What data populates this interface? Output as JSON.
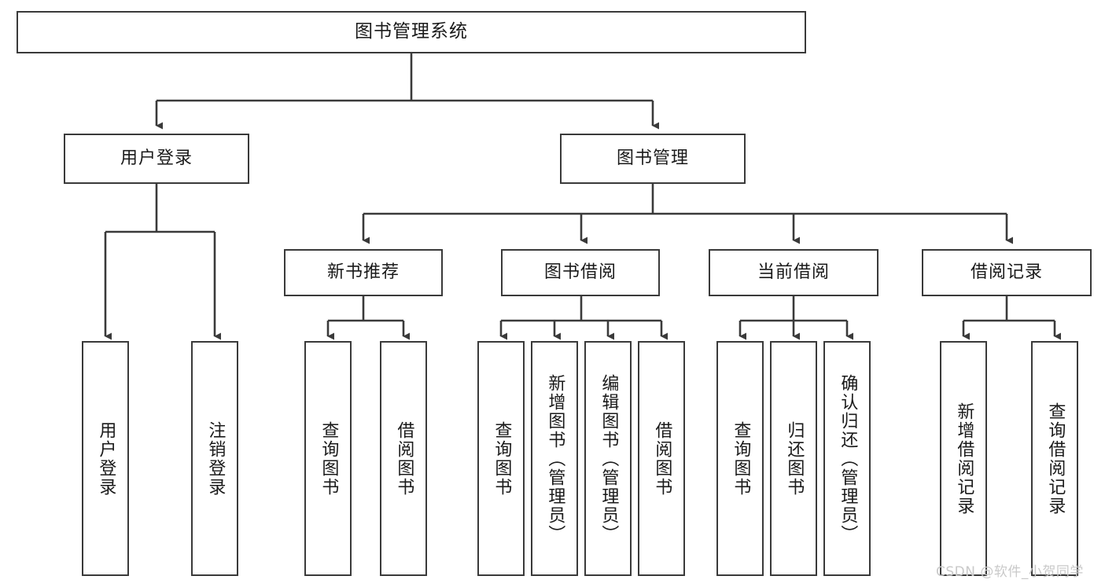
{
  "diagram": {
    "title": "图书管理系统",
    "type": "hierarchy-tree",
    "watermark": "CSDN @软件_小贺同学",
    "colors": {
      "border": "#3a3a3a",
      "background": "#ffffff",
      "text": "#1a1a1a",
      "watermark": "#c9c9c9"
    },
    "levels": {
      "root": {
        "label": "图书管理系统"
      },
      "level2": [
        {
          "label": "用户登录"
        },
        {
          "label": "图书管理"
        }
      ],
      "level3": [
        {
          "label": "新书推荐"
        },
        {
          "label": "图书借阅"
        },
        {
          "label": "当前借阅"
        },
        {
          "label": "借阅记录"
        }
      ],
      "leaves": {
        "user_login": [
          {
            "label": "用户登录"
          },
          {
            "label": "注销登录"
          }
        ],
        "new_book_recommend": [
          {
            "label": "查询图书"
          },
          {
            "label": "借阅图书"
          }
        ],
        "book_borrow": [
          {
            "label": "查询图书"
          },
          {
            "label": "新增图书（管理员）"
          },
          {
            "label": "编辑图书（管理员）"
          },
          {
            "label": "借阅图书"
          }
        ],
        "current_borrow": [
          {
            "label": "查询图书"
          },
          {
            "label": "归还图书"
          },
          {
            "label": "确认归还（管理员）"
          }
        ],
        "borrow_record": [
          {
            "label": "新增借阅记录"
          },
          {
            "label": "查询借阅记录"
          }
        ]
      }
    }
  }
}
